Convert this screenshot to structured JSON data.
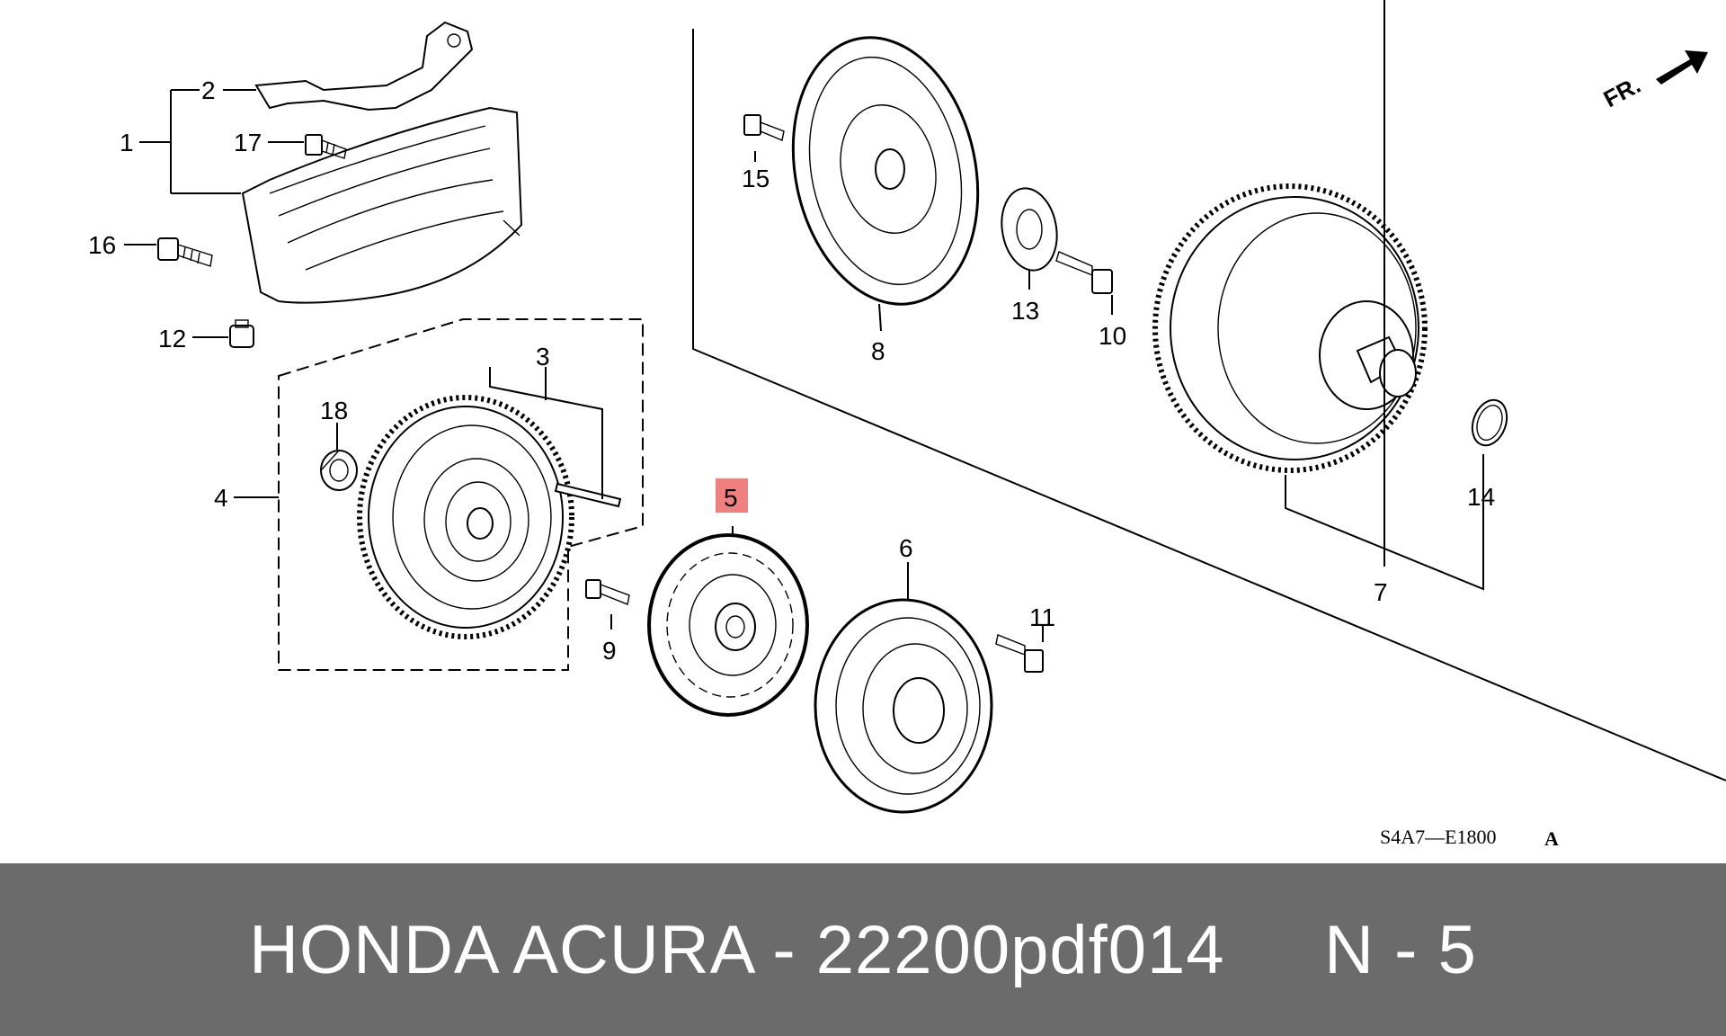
{
  "diagram": {
    "callouts": [
      "1",
      "2",
      "3",
      "4",
      "5",
      "6",
      "7",
      "8",
      "9",
      "10",
      "11",
      "12",
      "13",
      "14",
      "15",
      "16",
      "17",
      "18"
    ],
    "highlighted_callout": "5",
    "highlight_color": "#f08080",
    "direction_label": "FR.",
    "diagram_code": "S4A7—E1800",
    "diagram_code_suffix": "A"
  },
  "footer": {
    "brand": "HONDA ACURA",
    "separator": "-",
    "part_number": "22200pdf014",
    "position_label": "N - 5",
    "background_color": "#6b6b6b",
    "text_color": "#ffffff"
  }
}
